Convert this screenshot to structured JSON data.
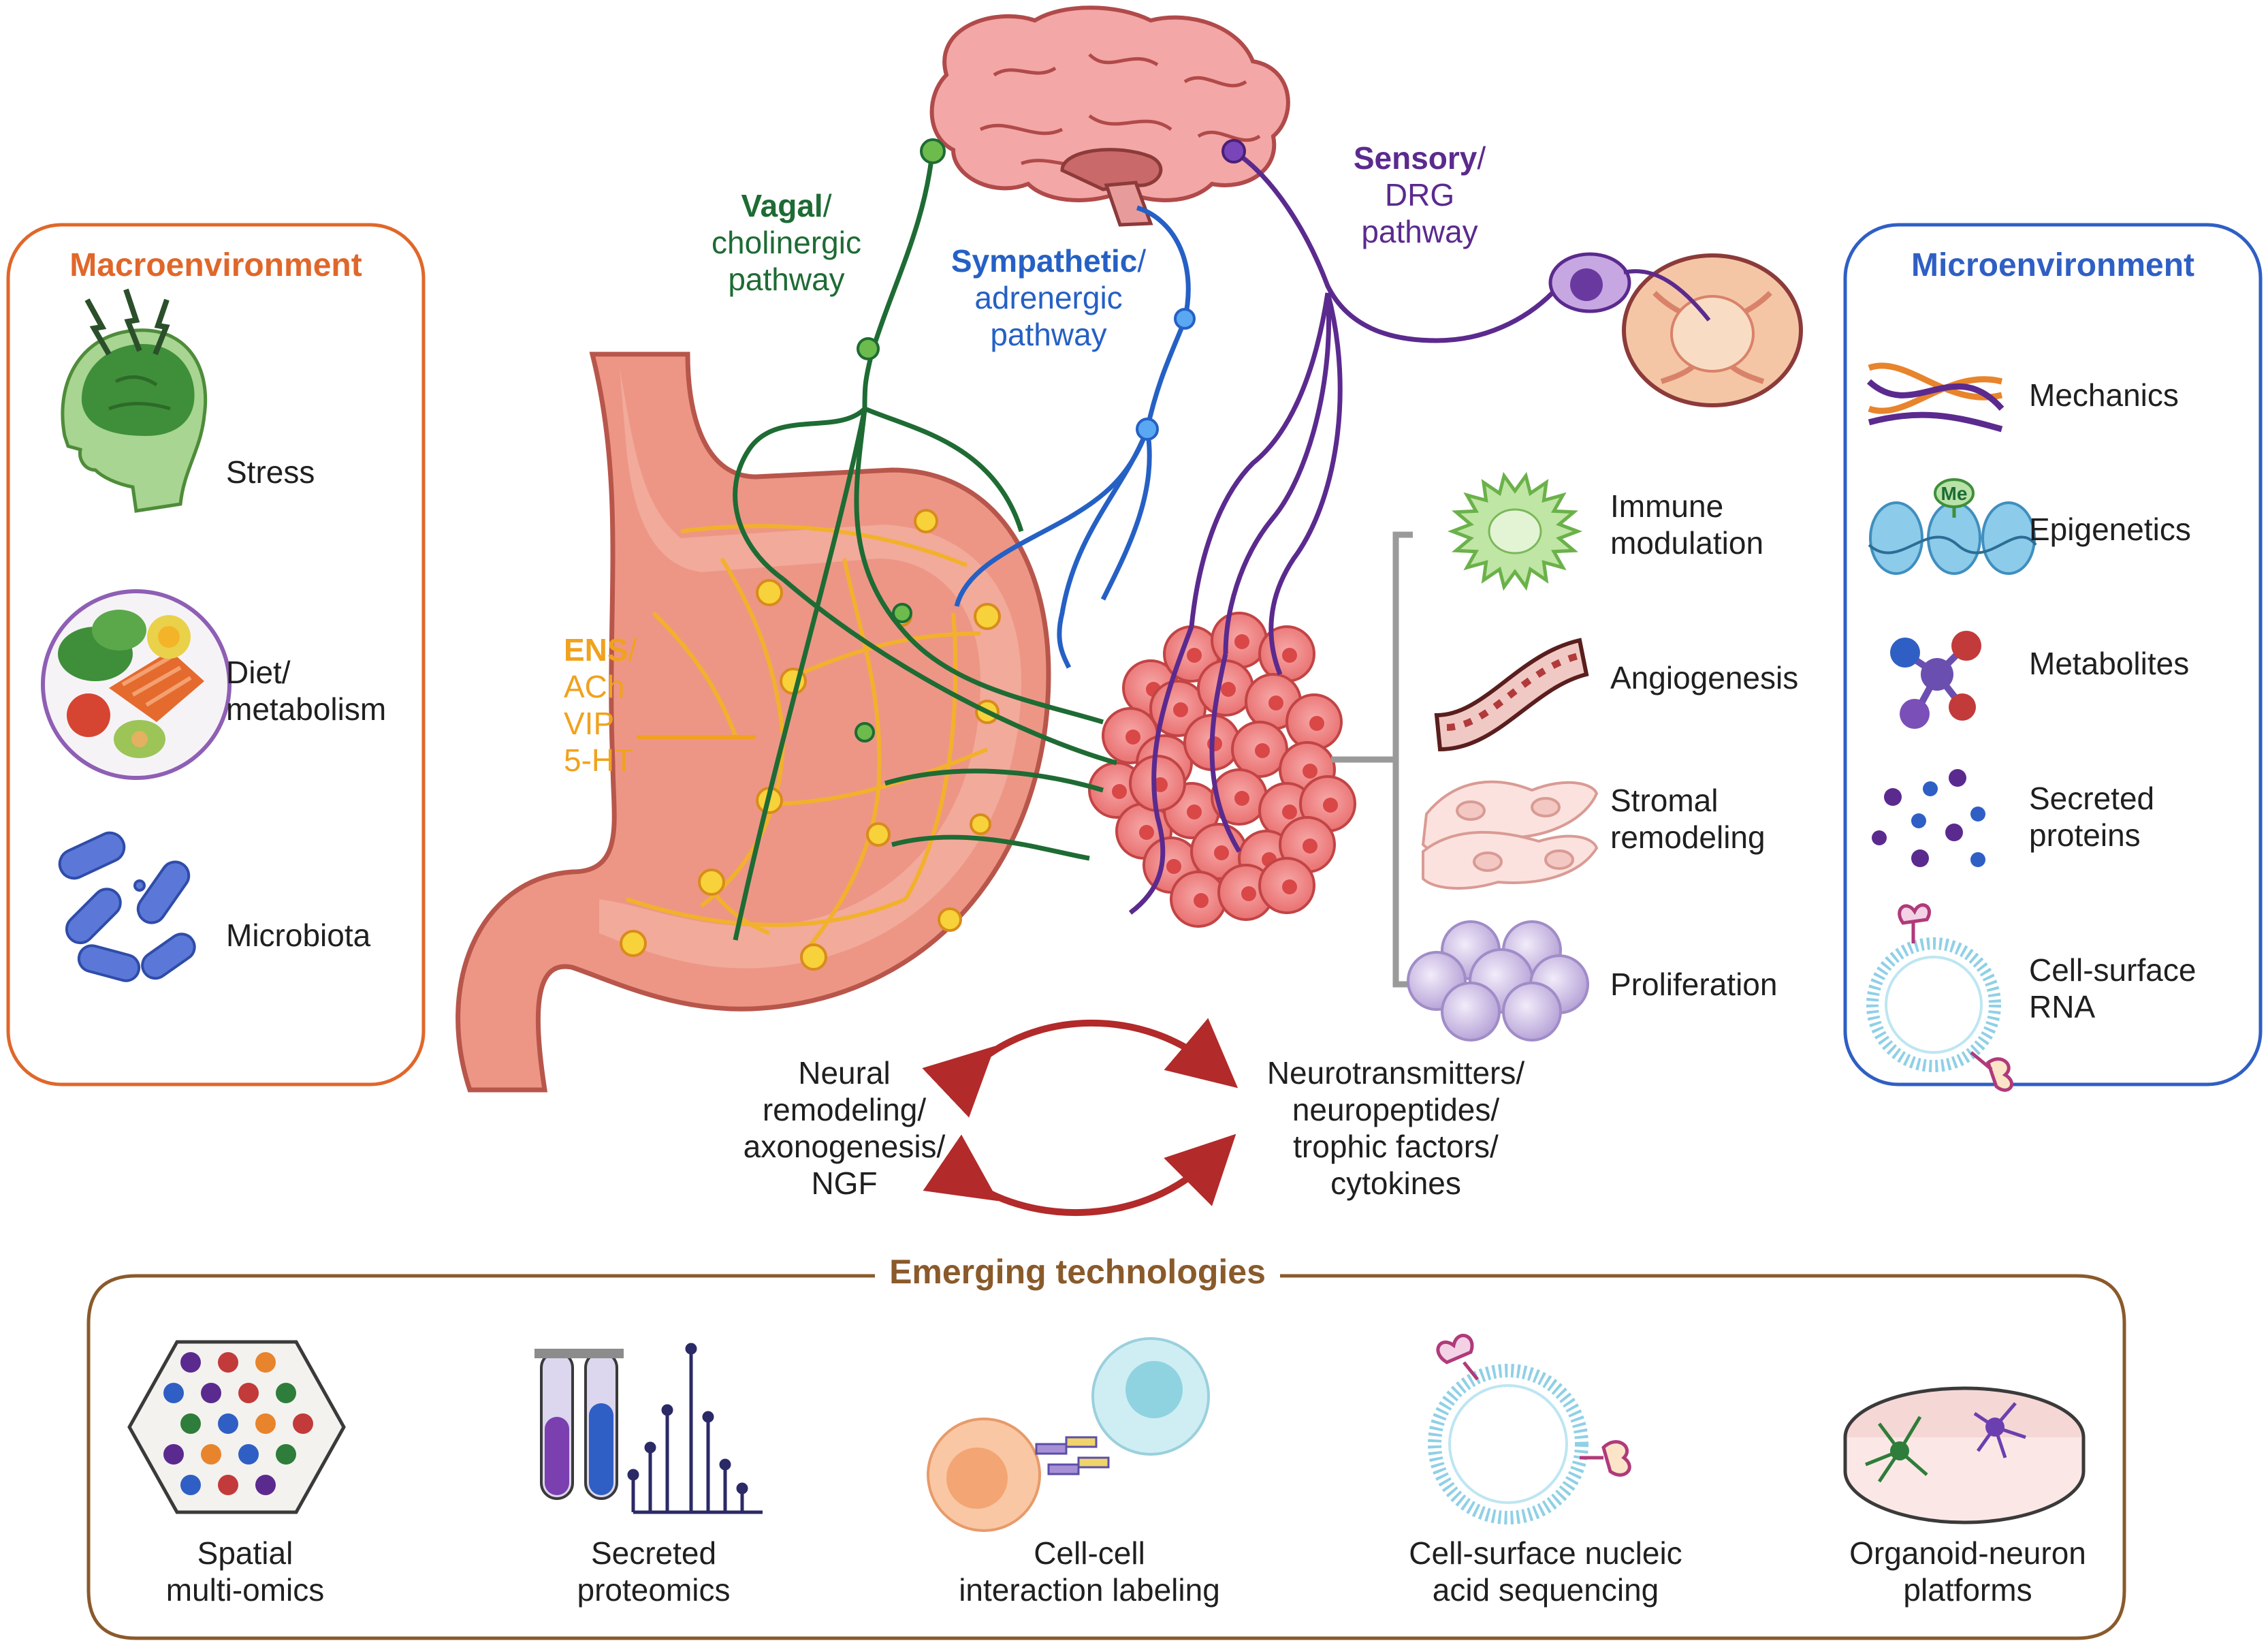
{
  "macro": {
    "title": "Macroenvironment",
    "items": [
      {
        "label": "Stress",
        "icon": "stressed-head-icon"
      },
      {
        "label": "Diet/\nmetabolism",
        "icon": "food-plate-icon"
      },
      {
        "label": "Microbiota",
        "icon": "bacteria-icon"
      }
    ]
  },
  "micro": {
    "title": "Microenvironment",
    "items": [
      {
        "label": "Mechanics",
        "icon": "fibers-icon"
      },
      {
        "label": "Epigenetics",
        "icon": "nucleosome-icon",
        "tag": "Me"
      },
      {
        "label": "Metabolites",
        "icon": "molecule-icon"
      },
      {
        "label": "Secreted\nproteins",
        "icon": "dots-icon"
      },
      {
        "label": "Cell-surface\nRNA",
        "icon": "rna-vesicle-icon"
      }
    ]
  },
  "pathways": {
    "vagal": {
      "bold": "Vagal",
      "rest": "/",
      "line2": "cholinergic",
      "line3": "pathway",
      "color": "#1e6b34"
    },
    "sympathetic": {
      "bold": "Sympathetic",
      "rest": "/",
      "line2": "adrenergic",
      "line3": "pathway",
      "color": "#2560c4"
    },
    "sensory": {
      "bold": "Sensory",
      "rest": "/",
      "line2": "DRG",
      "line3": "pathway",
      "color": "#5b2a8e"
    },
    "ens": {
      "bold": "ENS",
      "rest": "/",
      "lines": [
        "ACh",
        "VIP",
        "5-HT"
      ],
      "color": "#f0a21e"
    }
  },
  "tumor_effects": [
    {
      "label": "Immune\nmodulation",
      "icon": "immune-cell-icon"
    },
    {
      "label": "Angiogenesis",
      "icon": "blood-vessel-icon"
    },
    {
      "label": "Stromal\nremodeling",
      "icon": "stromal-cells-icon"
    },
    {
      "label": "Proliferation",
      "icon": "cell-cluster-icon"
    }
  ],
  "crosstalk": {
    "left": "Neural\nremodeling/\naxonogenesis/\nNGF",
    "right": "Neurotransmitters/\nneuropeptides/\ntrophic factors/\ncytokines",
    "arrow_color": "#b22a2a"
  },
  "emerging": {
    "title": "Emerging technologies",
    "items": [
      {
        "label": "Spatial\nmulti-omics",
        "icon": "spatial-grid-icon"
      },
      {
        "label": "Secreted\nproteomics",
        "icon": "test-tubes-spectrum-icon"
      },
      {
        "label": "Cell-cell\ninteraction labeling",
        "icon": "cell-pair-icon"
      },
      {
        "label": "Cell-surface nucleic\nacid sequencing",
        "icon": "rna-vesicle-icon"
      },
      {
        "label": "Organoid-neuron\nplatforms",
        "icon": "petri-dish-icon"
      }
    ]
  },
  "colors": {
    "macro": "#e0672a",
    "micro": "#2f5fc4",
    "emerging": "#8a5a2b",
    "stomach": "#e98f80",
    "tumor": "#ef7c7c"
  }
}
